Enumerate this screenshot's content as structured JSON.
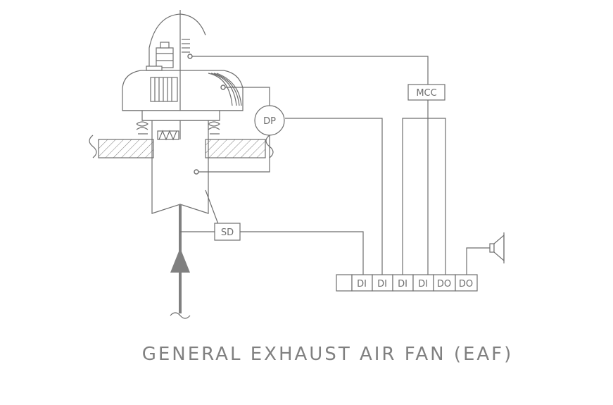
{
  "title": "GENERAL EXHAUST AIR FAN (EAF)",
  "labels": {
    "mcc": "MCC",
    "dp": "DP",
    "sd": "SD",
    "io": [
      "",
      "DI",
      "DI",
      "DI",
      "DI",
      "DO",
      "DO"
    ]
  },
  "colors": {
    "line": "#6e6e6e",
    "flow_arrow": "#808080",
    "title": "#808080"
  }
}
